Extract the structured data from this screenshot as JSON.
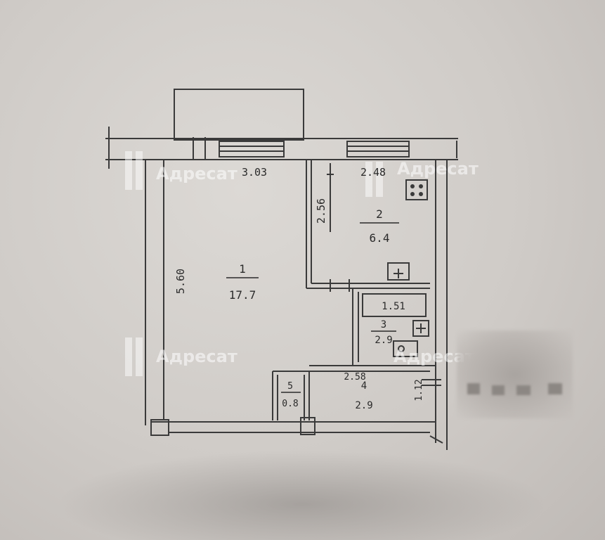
{
  "watermark": {
    "text": "Адресат"
  },
  "rooms": [
    {
      "number": "1",
      "area": "17.7"
    },
    {
      "number": "2",
      "area": "6.4"
    },
    {
      "number": "3",
      "area": "2.9"
    },
    {
      "number": "4",
      "area": "2.9"
    },
    {
      "number": "5",
      "area": "0.8"
    }
  ],
  "dimensions": {
    "room1_width": "3.03",
    "room2_width": "2.48",
    "room1_height": "5.60",
    "room2_height": "2.56",
    "bath_length": "1.51",
    "hall_width": "2.58",
    "hall_height": "1.12"
  },
  "colors": {
    "line": "#3a3a3a",
    "paper": "#d6d3cf"
  }
}
